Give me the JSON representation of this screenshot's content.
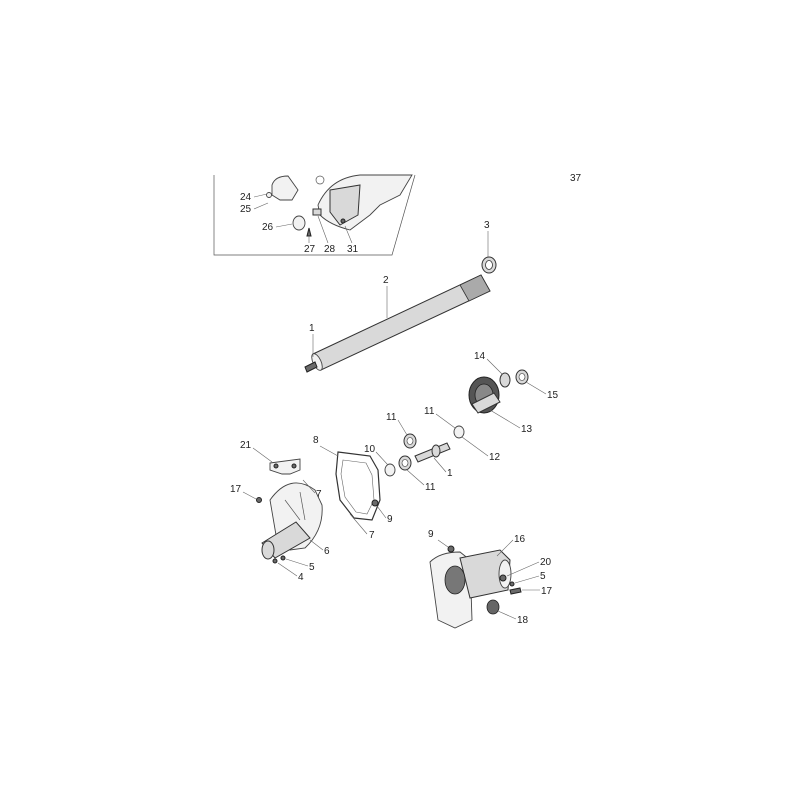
{
  "diagram": {
    "page_number": "37",
    "inset_labels": [
      "24",
      "25",
      "26",
      "27",
      "28",
      "31"
    ],
    "callouts": [
      "1",
      "2",
      "3",
      "14",
      "15",
      "13",
      "11",
      "11",
      "12",
      "10",
      "11",
      "1",
      "8",
      "21",
      "7",
      "17",
      "9",
      "7",
      "6",
      "5",
      "4",
      "9",
      "16",
      "20",
      "5",
      "17",
      "18"
    ]
  }
}
